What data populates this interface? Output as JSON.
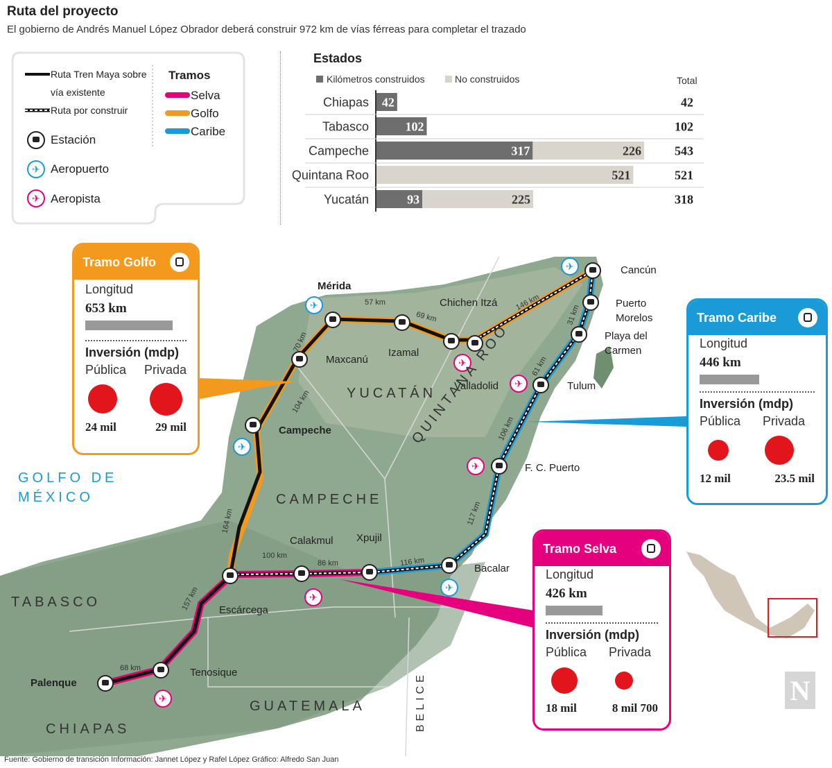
{
  "header": {
    "title": "Ruta del proyecto",
    "subtitle": "El gobierno de Andrés Manuel López Obrador deberá construir 972 km de vías férreas para completar el trazado"
  },
  "legend": {
    "route_existing_1": "Ruta Tren Maya sobre",
    "route_existing_2": "vía existente",
    "route_new": "Ruta por construir",
    "station": "Estación",
    "airport": "Aeropuerto",
    "airstrip": "Aeropista",
    "tramos_title": "Tramos",
    "tramos": [
      {
        "label": "Selva",
        "color": "#e5007e"
      },
      {
        "label": "Golfo",
        "color": "#f39a1e"
      },
      {
        "label": "Caribe",
        "color": "#1a9ad6"
      }
    ]
  },
  "chart_data": {
    "type": "bar",
    "title": "Estados",
    "legend": [
      "Kilómetros construidos",
      "No construidos"
    ],
    "total_label": "Total",
    "categories": [
      "Chiapas",
      "Tabasco",
      "Campeche",
      "Quintana Roo",
      "Yucatán"
    ],
    "series": [
      {
        "name": "Kilómetros construidos",
        "values": [
          42,
          102,
          317,
          0,
          93
        ],
        "color": "#6e6e6e"
      },
      {
        "name": "No construidos",
        "values": [
          0,
          0,
          226,
          521,
          225
        ],
        "color": "#d9d4cc"
      }
    ],
    "totals": [
      42,
      102,
      543,
      521,
      318
    ]
  },
  "tramos": {
    "golfo": {
      "title": "Tramo Golfo",
      "longitud_label": "Longitud",
      "longitud": "653 km",
      "inversion_label": "Inversión (mdp)",
      "publica_label": "Pública",
      "privada_label": "Privada",
      "publica": "24 mil",
      "privada": "29 mil",
      "color": "#f39a1e"
    },
    "caribe": {
      "title": "Tramo Caribe",
      "longitud_label": "Longitud",
      "longitud": "446 km",
      "inversion_label": "Inversión (mdp)",
      "publica_label": "Pública",
      "privada_label": "Privada",
      "publica": "12 mil",
      "privada": "23.5 mil",
      "color": "#1a9ad6"
    },
    "selva": {
      "title": "Tramo Selva",
      "longitud_label": "Longitud",
      "longitud": "426 km",
      "inversion_label": "Inversión (mdp)",
      "publica_label": "Pública",
      "privada_label": "Privada",
      "publica": "18 mil",
      "privada": "8 mil 700",
      "color": "#e5007e"
    }
  },
  "map": {
    "regions": {
      "golfo1": "GOLFO DE",
      "golfo2": "MÉXICO",
      "yucatan": "YUCATÁN",
      "campeche": "CAMPECHE",
      "quintana": "QUINTANA ROO",
      "tabasco": "TABASCO",
      "guatemala": "GUATEMALA",
      "belice": "BELICE",
      "chiapas": "CHIAPAS"
    },
    "stations": {
      "merida": "Mérida",
      "maxcanu": "Maxcanú",
      "campeche": "Campeche",
      "izamal": "Izamal",
      "chichen": "Chichen Itzá",
      "valladolid": "Valladolid",
      "cancun": "Cancún",
      "pm1": "Puerto",
      "pm2": "Morelos",
      "pc1": "Playa del",
      "pc2": "Carmen",
      "tulum": "Tulum",
      "fcp": "F. C. Puerto",
      "bacalar": "Bacalar",
      "xpujil": "Xpujil",
      "calakmul": "Calakmul",
      "escarcega": "Escárcega",
      "tenosique": "Tenosique",
      "palenque": "Palenque"
    },
    "distances": {
      "d70": "70 km",
      "d57": "57 km",
      "d69": "69 km",
      "d146": "146 km",
      "d104": "104 km",
      "d31": "31 km",
      "d61": "61 km",
      "d106": "106 km",
      "d117": "117 km",
      "d116": "116 km",
      "d86": "86 km",
      "d100": "100 km",
      "d164": "164 km",
      "d157": "157 km",
      "d68": "68 km"
    }
  },
  "footer": {
    "source": "Fuente: Gobierno de transición  Información: Jannet López y Rafel López  Gráfico: Alfredo San Juan",
    "logo": "N"
  }
}
